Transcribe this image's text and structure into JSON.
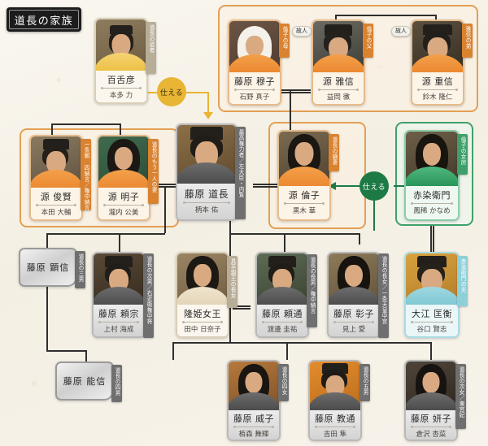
{
  "page": {
    "title": "道長の家族",
    "background_color": "#f6f2e9"
  },
  "palette": {
    "orange": "#e2a055",
    "green": "#3fa06a",
    "gold": "#e8b535",
    "gray": "#6f6f6f",
    "teal": "#8fd0d8",
    "line": "#2f2f2f"
  },
  "badges": {
    "deceased": "故人"
  },
  "relations": [
    {
      "name": "serves-michinaga",
      "label": "仕える",
      "color": "gold"
    },
    {
      "name": "serves-rinshi",
      "label": "仕える",
      "color": "green"
    }
  ],
  "groups": [
    {
      "name": "rinshi-family-panel",
      "color": "#e2a055"
    },
    {
      "name": "akiko-family-panel",
      "color": "#e2a055"
    },
    {
      "name": "michinaga-rinshi-panel",
      "color": "#e2a055"
    },
    {
      "name": "akazome-panel",
      "color": "#3fa06a"
    }
  ],
  "cards": [
    {
      "id": "momotohiko",
      "name": "百舌彦",
      "actor": "本多 力",
      "role": "道長の従者",
      "theme": "tan",
      "tab_color": "tan",
      "has_photo": true,
      "deceased": false
    },
    {
      "id": "fujiwara-bokushi",
      "name": "藤原 穆子",
      "actor": "石野 真子",
      "role": "倫子の母",
      "theme": "orange",
      "tab_color": "orange",
      "has_photo": true,
      "deceased": false
    },
    {
      "id": "minamoto-masanobu",
      "name": "源 雅信",
      "actor": "益岡 徹",
      "role": "倫子の父",
      "theme": "orange",
      "tab_color": "orange",
      "has_photo": true,
      "deceased": true
    },
    {
      "id": "minamoto-shigenobu",
      "name": "源 重信",
      "actor": "鈴木 隆仁",
      "role": "雅信の弟",
      "theme": "orange",
      "tab_color": "orange",
      "has_photo": true,
      "deceased": true
    },
    {
      "id": "minamoto-toshikata",
      "name": "源 俊賢",
      "actor": "本田 大輔",
      "role": "一条朝 四納言／権中納言",
      "theme": "orange",
      "tab_color": "orange",
      "has_photo": true,
      "deceased": false
    },
    {
      "id": "minamoto-akiko",
      "name": "源 明子",
      "actor": "瀧内 公美",
      "role": "道長のもう一人の妻",
      "theme": "orange",
      "tab_color": "orange",
      "has_photo": true,
      "deceased": false
    },
    {
      "id": "fujiwara-michinaga",
      "name": "藤原 道長",
      "actor": "柄本 佑",
      "role": "最高権力者／左大臣・内覧",
      "theme": "gray",
      "tab_color": "gray",
      "has_photo": true,
      "deceased": false
    },
    {
      "id": "minamoto-rinshi",
      "name": "源 倫子",
      "actor": "黒木 華",
      "role": "道長の嫡妻",
      "theme": "orange",
      "tab_color": "orange",
      "has_photo": true,
      "deceased": false
    },
    {
      "id": "akazome-emon",
      "name": "赤染衛門",
      "actor": "鳳稀 かなめ",
      "role": "倫子の女房",
      "theme": "green",
      "tab_color": "green",
      "has_photo": true,
      "deceased": false
    },
    {
      "id": "fujiwara-akinobu",
      "name": "藤原 顕信",
      "actor": "",
      "role": "道長の三男",
      "theme": "plaque",
      "tab_color": "gray",
      "has_photo": false,
      "deceased": false
    },
    {
      "id": "fujiwara-yorimune",
      "name": "藤原 頼宗",
      "actor": "上村 海成",
      "role": "道長の次男／右近衛権中将",
      "theme": "gray",
      "tab_color": "gray",
      "has_photo": true,
      "deceased": false
    },
    {
      "id": "takahime-joo",
      "name": "隆姫女王",
      "actor": "田中 日奈子",
      "role": "具平親王の長女",
      "theme": "tan",
      "tab_color": "tan",
      "has_photo": true,
      "deceased": false
    },
    {
      "id": "fujiwara-yorimichi",
      "name": "藤原 頼通",
      "actor": "渡邊 圭祐",
      "role": "道長の長男／権中納言",
      "theme": "gray",
      "tab_color": "gray",
      "has_photo": true,
      "deceased": false
    },
    {
      "id": "fujiwara-shoshi",
      "name": "藤原 彰子",
      "actor": "見上 愛",
      "role": "道長の長女／一条天皇中宮",
      "theme": "gray",
      "tab_color": "gray",
      "has_photo": true,
      "deceased": false
    },
    {
      "id": "oe-masahira",
      "name": "大江 匡衡",
      "actor": "谷口 賢志",
      "role": "赤染衛門の夫",
      "theme": "teal",
      "tab_color": "teal",
      "has_photo": true,
      "deceased": false
    },
    {
      "id": "fujiwara-yoshinobu",
      "name": "藤原 能信",
      "actor": "",
      "role": "道長の四男",
      "theme": "plaque",
      "tab_color": "gray",
      "has_photo": false,
      "deceased": false
    },
    {
      "id": "fujiwara-takeko",
      "name": "藤原 威子",
      "actor": "栢森 舞輝",
      "role": "道長の四女",
      "theme": "gray",
      "tab_color": "gray",
      "has_photo": true,
      "deceased": false
    },
    {
      "id": "fujiwara-norimichi",
      "name": "藤原 教通",
      "actor": "吉田 隼",
      "role": "道長の五男",
      "theme": "gray",
      "tab_color": "gray",
      "has_photo": true,
      "deceased": false
    },
    {
      "id": "fujiwara-kenshi",
      "name": "藤原 妍子",
      "actor": "倉沢 杏菜",
      "role": "道長の次女／東宮妃",
      "theme": "gray",
      "tab_color": "gray",
      "has_photo": true,
      "deceased": false
    }
  ]
}
